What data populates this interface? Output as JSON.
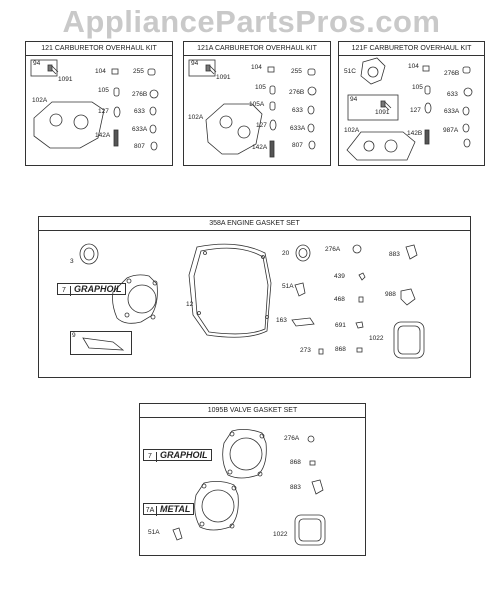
{
  "watermark": "AppliancePartsPros.com",
  "kit121": {
    "title": "121 CARBURETOR OVERHAUL KIT",
    "labels": [
      "94",
      "1091",
      "102A",
      "104",
      "105",
      "127",
      "142A",
      "255",
      "276B",
      "633",
      "633A",
      "807"
    ]
  },
  "kit121A": {
    "title": "121A CARBURETOR OVERHAUL KIT",
    "labels": [
      "94",
      "1091",
      "102A",
      "104",
      "105",
      "105A",
      "127",
      "142A",
      "255",
      "276B",
      "633",
      "633A",
      "807"
    ]
  },
  "kit121F": {
    "title": "121F CARBURETOR OVERHAUL KIT",
    "labels": [
      "51C",
      "94",
      "1091",
      "102A",
      "104",
      "105",
      "127",
      "142B",
      "276B",
      "633",
      "633A",
      "987A"
    ]
  },
  "gasket358A": {
    "title": "358A ENGINE GASKET SET",
    "graphoil_num": "7",
    "graphoil_text": "GRAPHOIL",
    "kit9": "9",
    "labels": [
      "3",
      "12",
      "20",
      "51A",
      "163",
      "273",
      "276A",
      "439",
      "468",
      "691",
      "868",
      "883",
      "988",
      "1022"
    ]
  },
  "gasket1095B": {
    "title": "1095B VALVE GASKET SET",
    "graphoil_num": "7",
    "graphoil_text": "GRAPHOIL",
    "metal_num": "7A",
    "metal_text": "METAL",
    "labels": [
      "51A",
      "276A",
      "868",
      "883",
      "1022"
    ]
  }
}
